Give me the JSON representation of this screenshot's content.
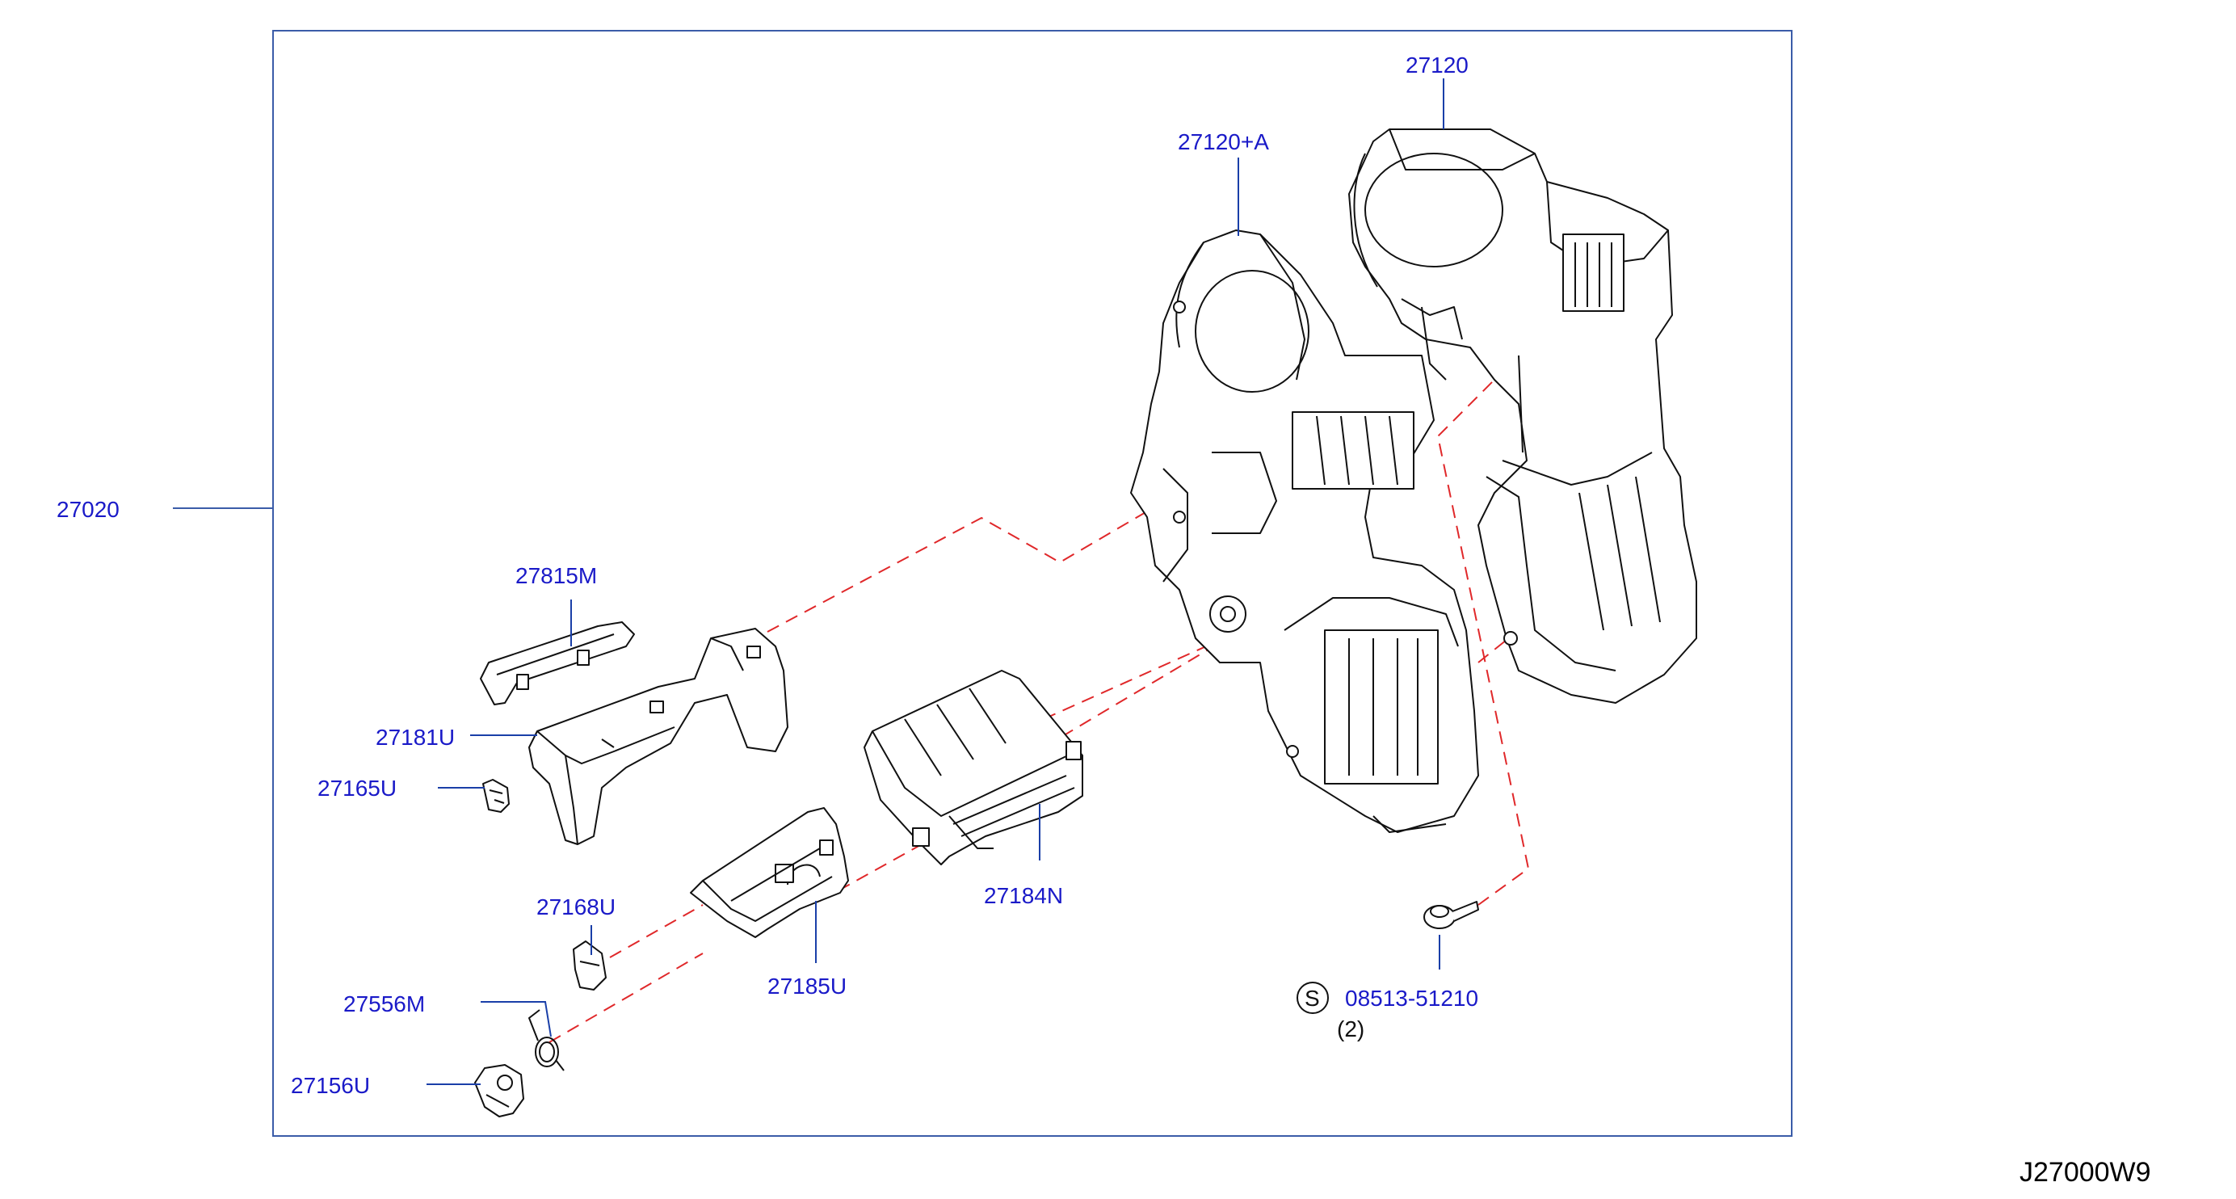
{
  "colors": {
    "callout_text": "#1a1ac8",
    "leader_line": "#1a3fa8",
    "frame": "#3b5ca8",
    "dash_line": "#e0282a",
    "part_outline": "#111111",
    "id_text": "#000000"
  },
  "diagram": {
    "assembly_label": "27020",
    "diagram_id": "J27000W9",
    "screw_symbol": "S",
    "screw_qty": "(2)",
    "parts": [
      "27120",
      "27120+A",
      "27815M",
      "27181U",
      "27165U",
      "27184N",
      "27168U",
      "27185U",
      "27556M",
      "27156U",
      "08513-51210"
    ]
  }
}
